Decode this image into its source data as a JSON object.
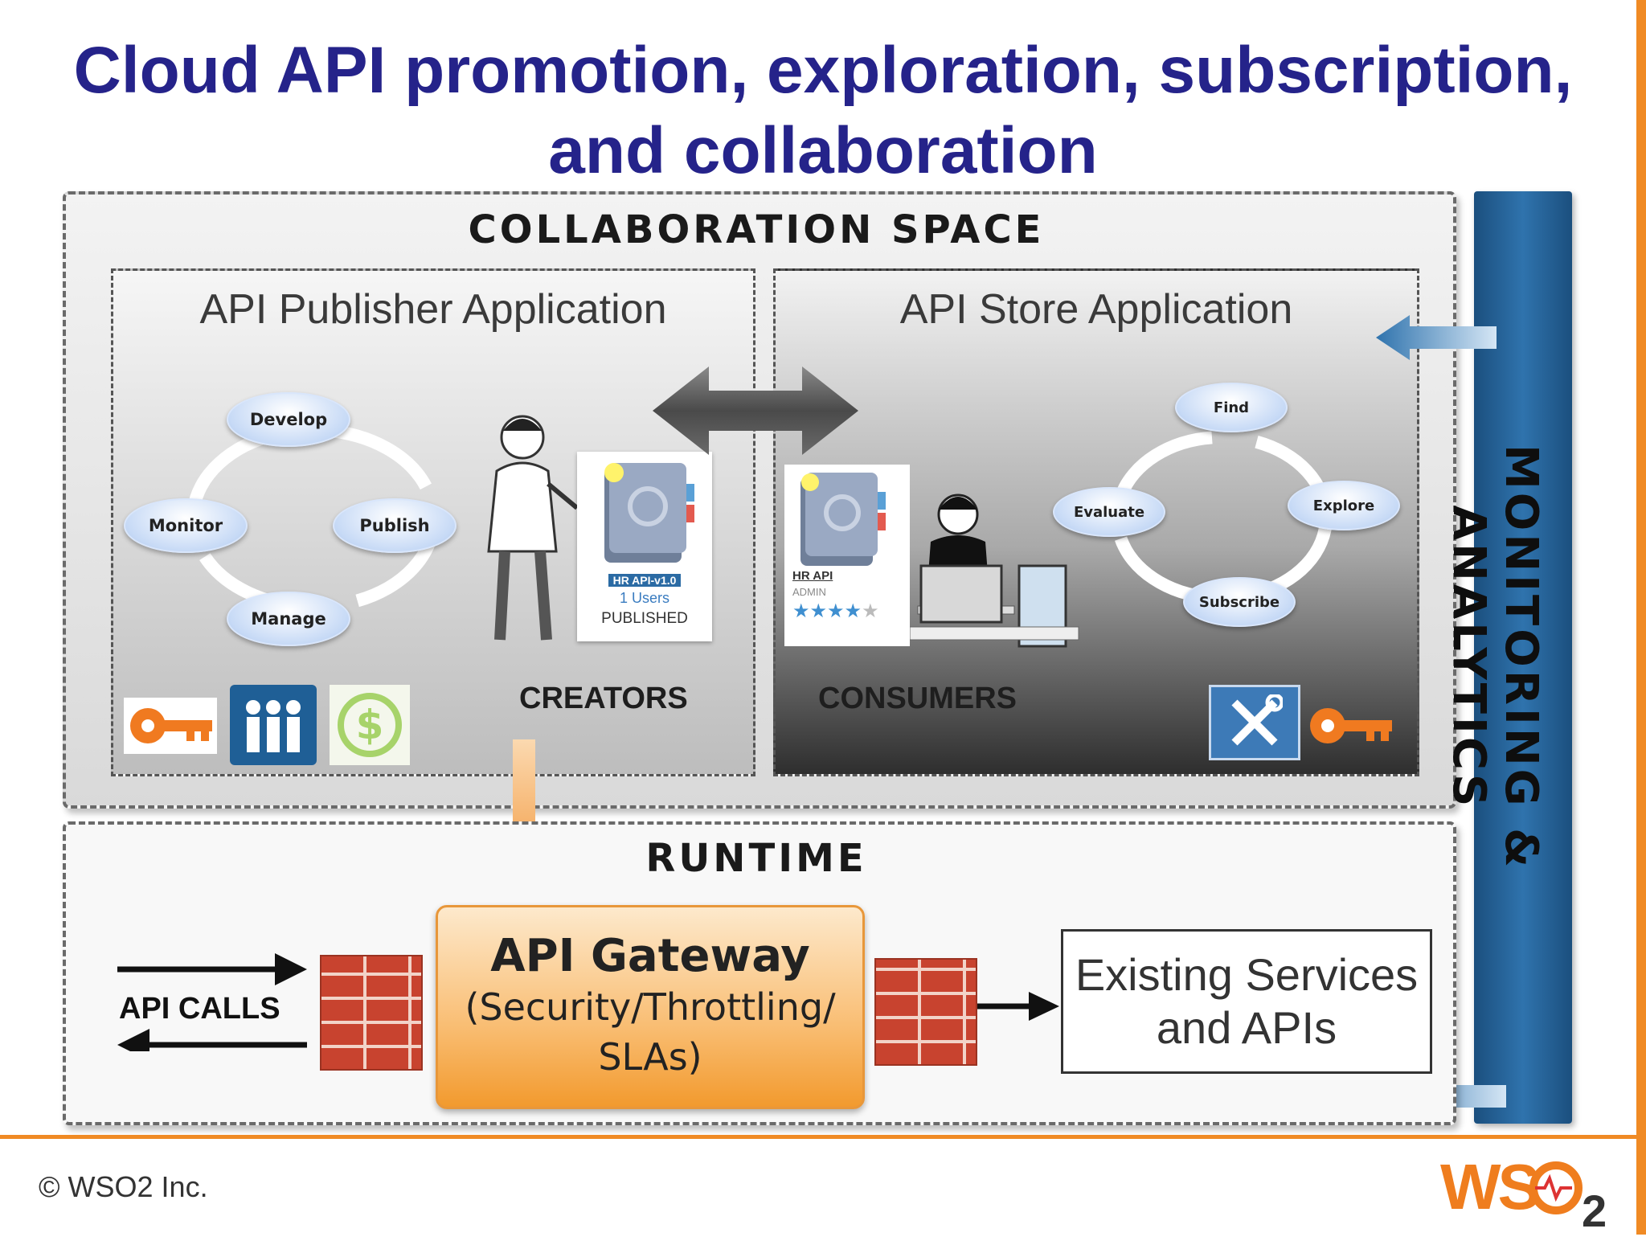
{
  "title": {
    "line1": "Cloud API promotion, exploration, subscription,",
    "line2": "and collaboration"
  },
  "collaboration": {
    "label": "COLLABORATION SPACE",
    "publisher": {
      "title": "API Publisher Application",
      "cycle": [
        "Develop",
        "Publish",
        "Manage",
        "Monitor"
      ],
      "card": {
        "name": "HR API-v1.0",
        "users": "1 Users",
        "status": "PUBLISHED"
      },
      "role": "CREATORS",
      "icons": [
        "key-icon",
        "people-icon",
        "dollar-icon"
      ]
    },
    "store": {
      "title": "API Store Application",
      "cycle": [
        "Find",
        "Explore",
        "Subscribe",
        "Evaluate"
      ],
      "card": {
        "name": "HR API",
        "owner": "ADMIN",
        "rating": 4
      },
      "role": "CONSUMERS",
      "icons": [
        "tools-icon",
        "key-icon"
      ]
    }
  },
  "runtime": {
    "label": "RUNTIME",
    "api_calls": "API CALLS",
    "gateway": {
      "title": "API Gateway",
      "line2": "(Security/Throttling/",
      "line3": "SLAs)"
    },
    "existing": {
      "line1": "Existing Services",
      "line2": "and APIs"
    }
  },
  "monitoring": "MONITORING & ANALYTICS",
  "footer": {
    "copyright": "© WSO2 Inc.",
    "logo": "WSO2"
  },
  "colors": {
    "title": "#25238a",
    "accent": "#f08a24",
    "monitor": "#2f73ad"
  }
}
